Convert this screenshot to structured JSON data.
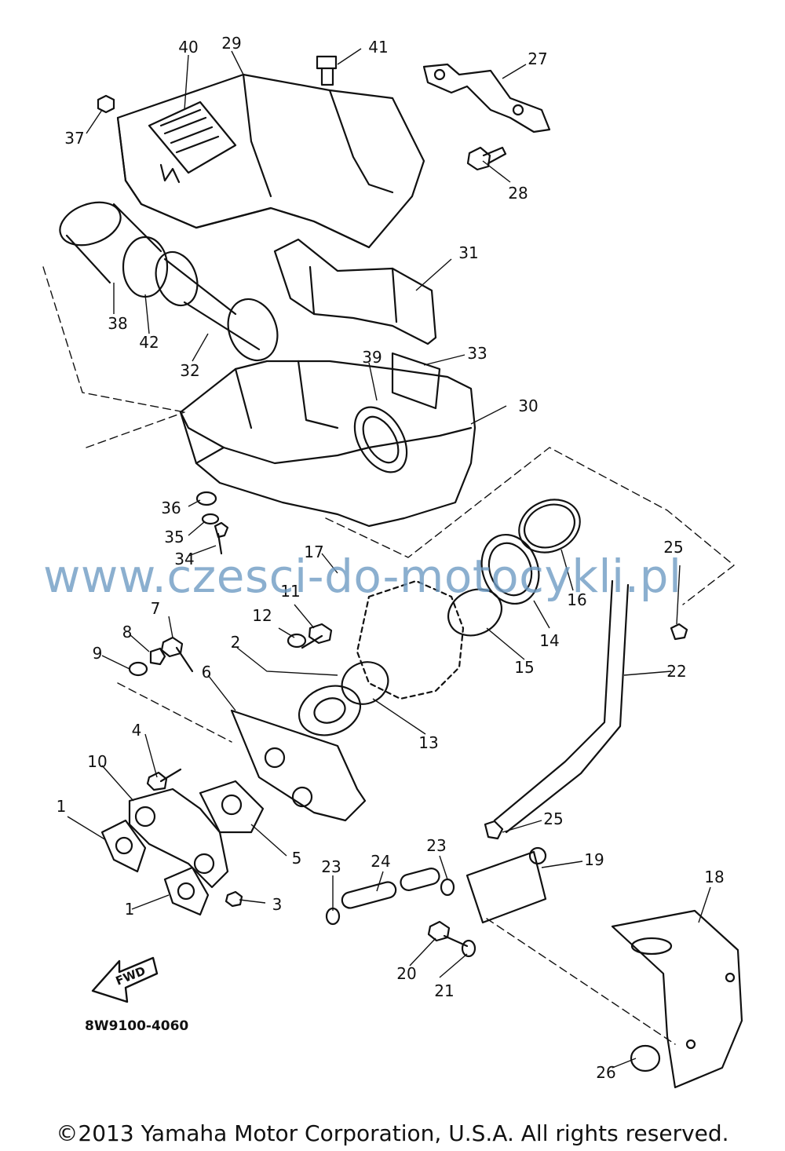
{
  "diagram": {
    "code": "8W9100-4060",
    "watermark": "www.czesci-do-motocykli.pl",
    "copyright": "©2013 Yamaha Motor Corporation, U.S.A. All rights reserved.",
    "fwd_arrow": "FWD",
    "colors": {
      "ink": "#111111",
      "watermark": "#6e9bc3",
      "background": "#ffffff"
    },
    "part_labels": {
      "p1a": "1",
      "p1b": "1",
      "p2": "2",
      "p3": "3",
      "p4": "4",
      "p5": "5",
      "p6": "6",
      "p7": "7",
      "p8": "8",
      "p9": "9",
      "p10": "10",
      "p11": "11",
      "p12": "12",
      "p13": "13",
      "p14": "14",
      "p15": "15",
      "p16": "16",
      "p17": "17",
      "p18": "18",
      "p19": "19",
      "p20": "20",
      "p21": "21",
      "p22": "22",
      "p23a": "23",
      "p23b": "23",
      "p24": "24",
      "p25a": "25",
      "p25b": "25",
      "p26": "26",
      "p27": "27",
      "p28": "28",
      "p29": "29",
      "p30": "30",
      "p31": "31",
      "p32": "32",
      "p33": "33",
      "p34": "34",
      "p35": "35",
      "p36": "36",
      "p37": "37",
      "p38": "38",
      "p39": "39",
      "p40": "40",
      "p41": "41",
      "p42": "42"
    }
  }
}
